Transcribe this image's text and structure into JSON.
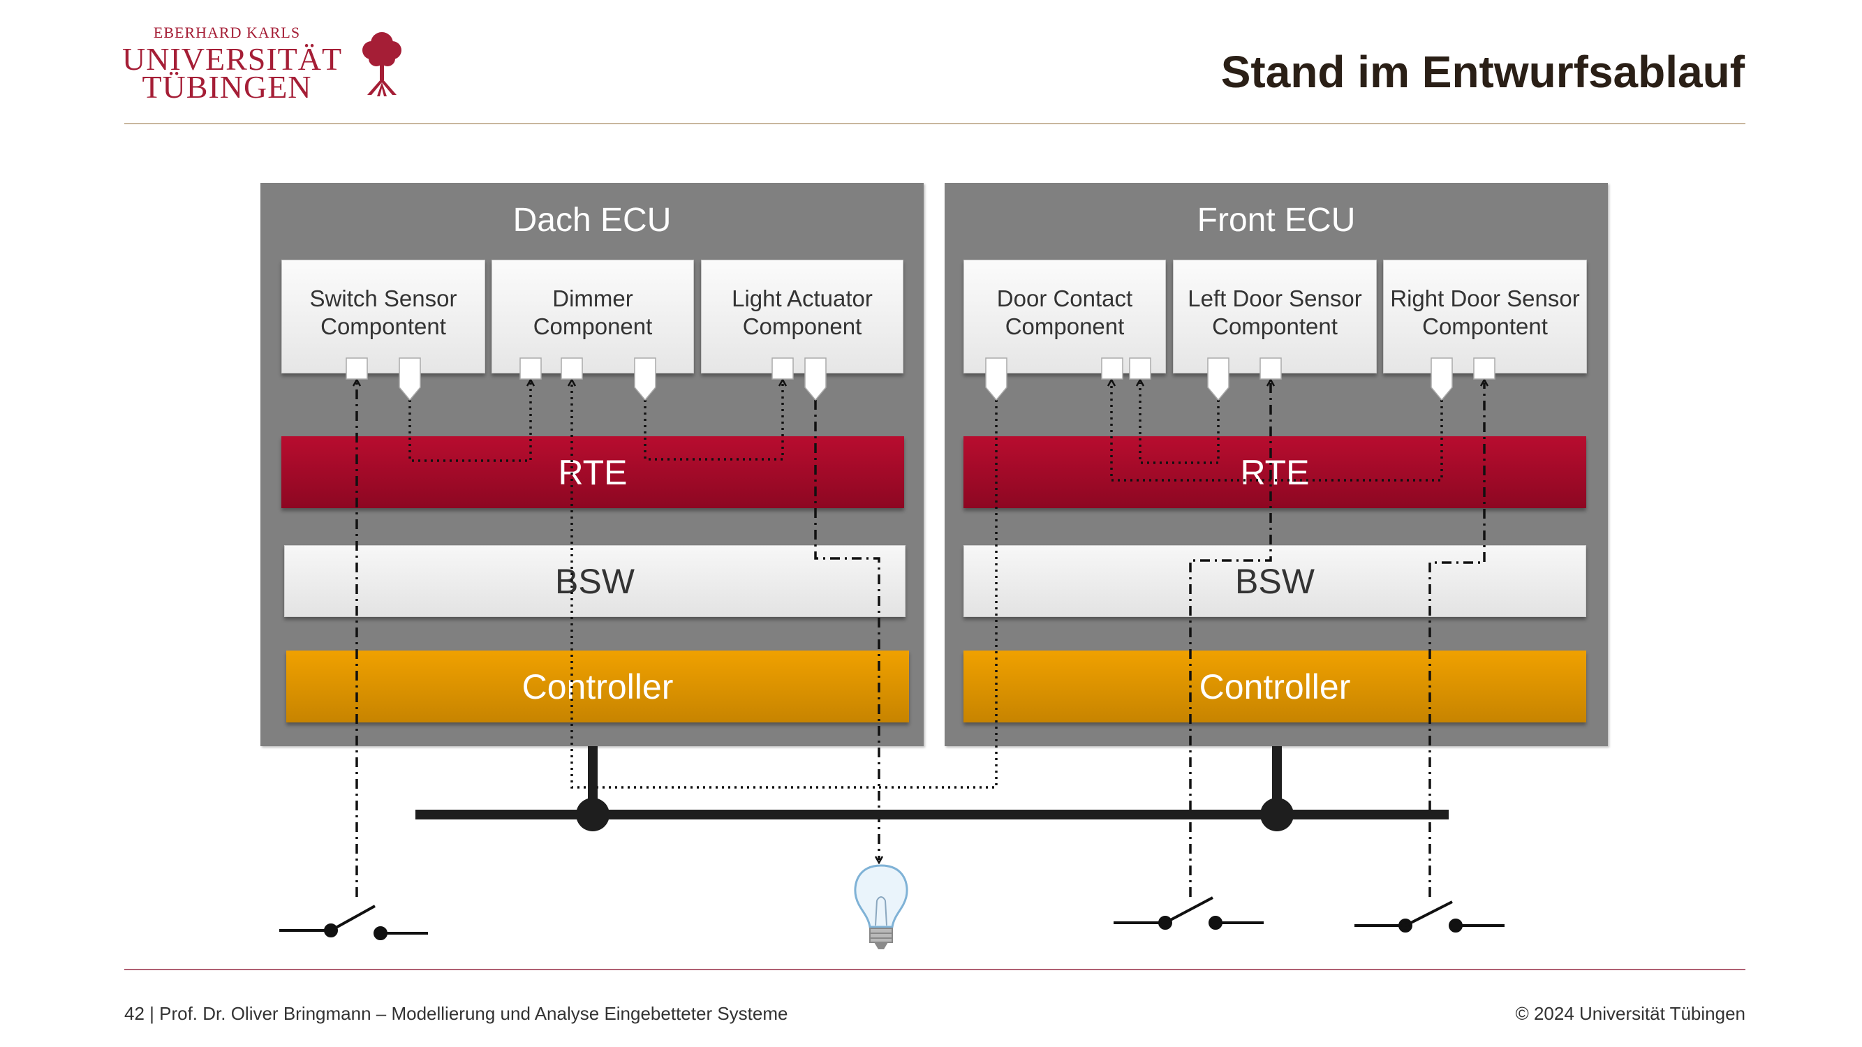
{
  "header": {
    "logo_line1": "EBERHARD KARLS",
    "logo_line2": "UNIVERSITÄT",
    "logo_line3": "TÜBINGEN",
    "logo_emblem": "tree-icon",
    "title": "Stand im Entwurfsablauf"
  },
  "ecus": [
    {
      "title": "Dach ECU",
      "components": [
        "Switch Sensor Compontent",
        "Dimmer Component",
        "Light Actuator Component"
      ],
      "rte": "RTE",
      "bsw": "BSW",
      "controller": "Controller"
    },
    {
      "title": "Front ECU",
      "components": [
        "Door Contact Component",
        "Left Door Sensor Compontent",
        "Right Door Sensor Compontent"
      ],
      "rte": "RTE",
      "bsw": "BSW",
      "controller": "Controller"
    }
  ],
  "peripherals": [
    "switch-icon",
    "light-bulb-icon",
    "switch-icon",
    "switch-icon"
  ],
  "colors": {
    "rte": "#a50a28",
    "controller": "#e09500",
    "ecu_background": "#808080",
    "accent": "#a51e36"
  },
  "footer": {
    "left": "42 | Prof. Dr. Oliver Bringmann – Modellierung und Analyse Eingebetteter Systeme",
    "right": "© 2024 Universität Tübingen"
  }
}
